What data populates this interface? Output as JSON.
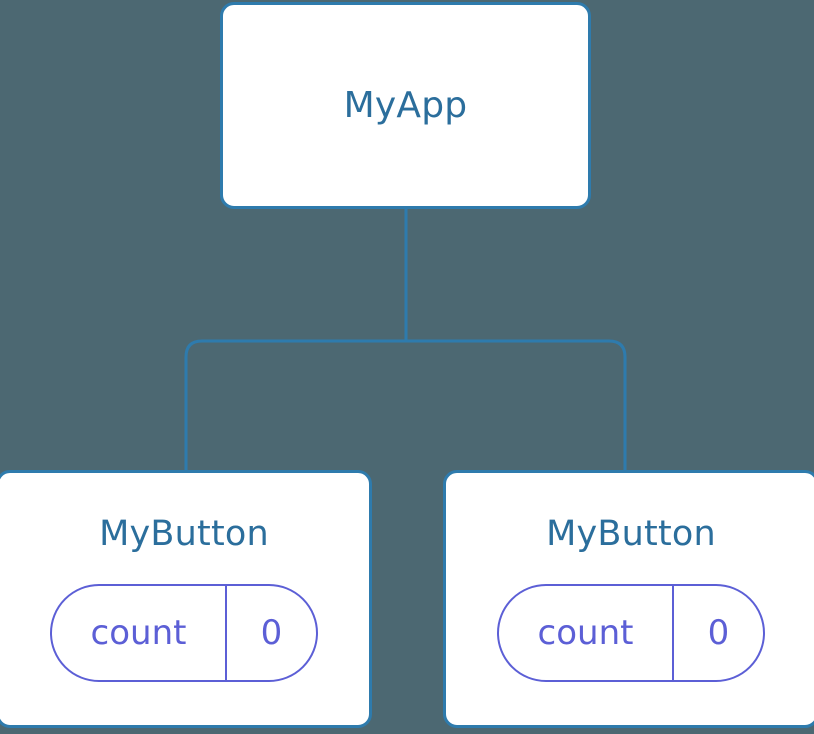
{
  "diagram": {
    "type": "component-tree",
    "background_color": "#4c6872",
    "edge_color": "#2e7bad",
    "card_border_color": "#2e7bad",
    "card_fill_color": "#ffffff",
    "title_color": "#2b6e9c",
    "pill_color": "#5c5fd6",
    "root": {
      "label": "MyApp"
    },
    "children": [
      {
        "label": "MyButton",
        "state": {
          "key": "count",
          "value": "0"
        }
      },
      {
        "label": "MyButton",
        "state": {
          "key": "count",
          "value": "0"
        }
      }
    ]
  }
}
